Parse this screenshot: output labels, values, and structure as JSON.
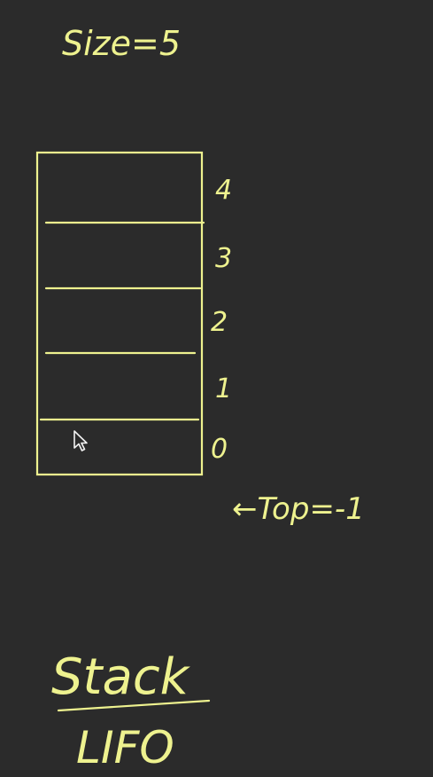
{
  "size_label": "Size=5",
  "slot_indices": [
    "4",
    "3",
    "2",
    "1",
    "0"
  ],
  "top_pointer_label": "←Top=-1",
  "title": "Stack",
  "subtitle": "LIFO",
  "colors": {
    "background": "#2b2b2b",
    "ink": "#eef28f"
  },
  "cursor_icon": "mouse-pointer-icon"
}
